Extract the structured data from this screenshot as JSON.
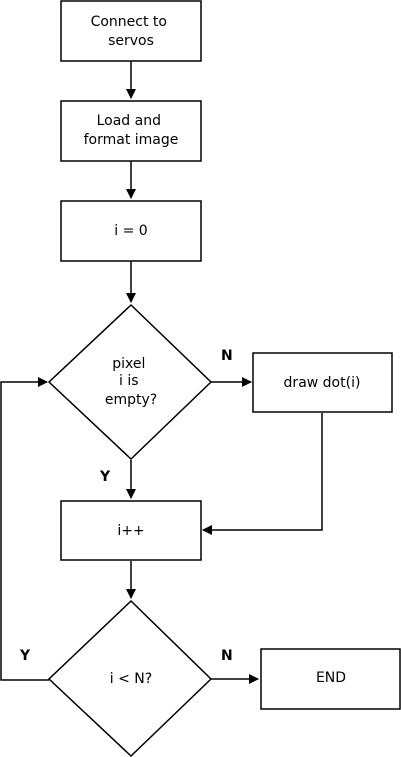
{
  "nodes": {
    "connect": {
      "lines": [
        "Connect to",
        "servos"
      ]
    },
    "load": {
      "lines": [
        "Load and",
        "format image"
      ]
    },
    "init": {
      "lines": [
        "i = 0"
      ]
    },
    "check_pixel": {
      "lines": [
        "pixel",
        "i is",
        "empty?"
      ]
    },
    "draw": {
      "lines": [
        "draw dot(i)"
      ]
    },
    "increment": {
      "lines": [
        "i++"
      ]
    },
    "check_n": {
      "lines": [
        "i < N?"
      ]
    },
    "end": {
      "lines": [
        "END"
      ]
    }
  },
  "edge_labels": {
    "pixel_no": "N",
    "pixel_yes": "Y",
    "loop_yes": "Y",
    "loop_no": "N"
  },
  "colors": {
    "stroke": "#000000",
    "fill": "#ffffff"
  }
}
